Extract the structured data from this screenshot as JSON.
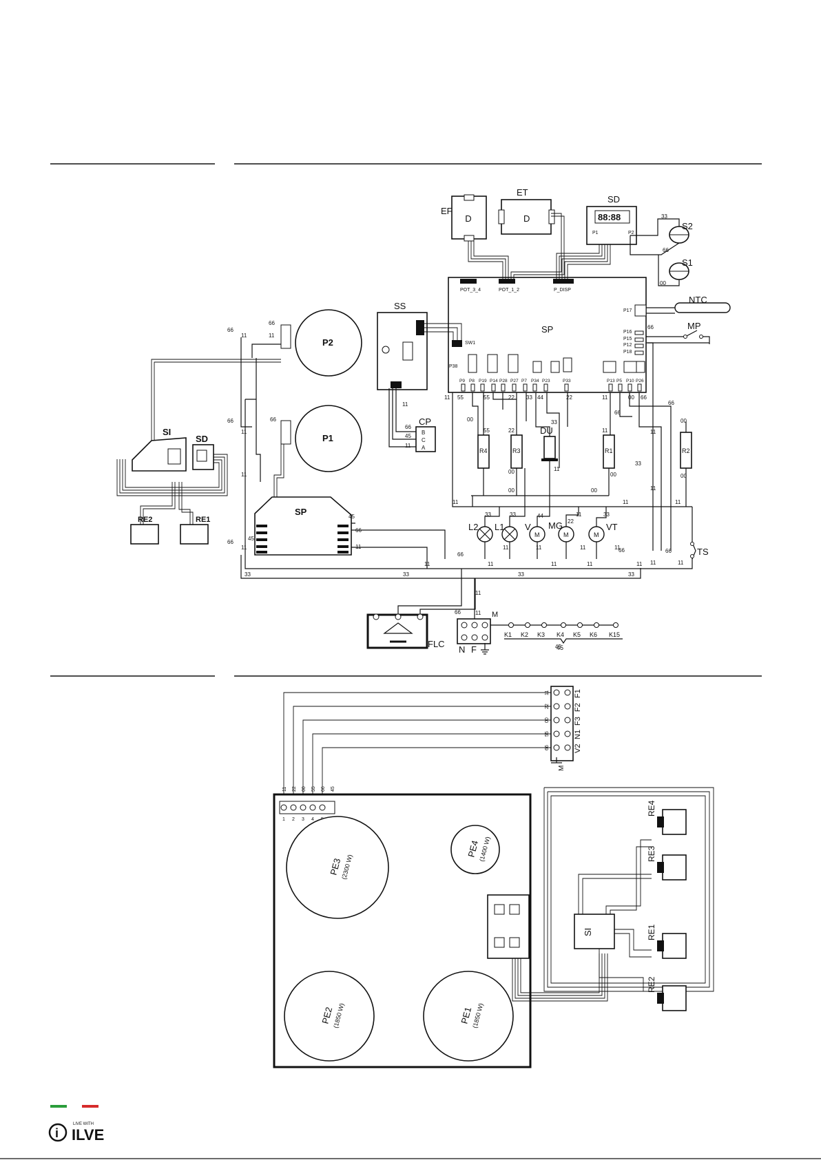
{
  "labels": {
    "EF": "EF",
    "ET": "ET",
    "SD": "SD",
    "S2": "S2",
    "S1": "S1",
    "NTC": "NTC",
    "MP": "MP",
    "SS": "SS",
    "SP": "SP",
    "P2": "P2",
    "P1": "P1",
    "SI": "SI",
    "SD_small": "SD",
    "RE2": "RE2",
    "RE1": "RE1",
    "SP_small": "SP",
    "CP": "CP",
    "DU": "DU",
    "R1": "R1",
    "R2": "R2",
    "R3": "R3",
    "R4": "R4",
    "L2": "L2",
    "L1": "L1",
    "V": "V",
    "MG": "MG",
    "VT": "VT",
    "TS": "TS",
    "FLC": "FLC",
    "M": "M",
    "N": "N",
    "F": "F",
    "K": [
      "K1",
      "K2",
      "K3",
      "K4",
      "K5",
      "K6",
      "K15"
    ],
    "K_sum": "45",
    "ports_top": [
      "POT_3_4",
      "POT_1_2",
      "P_DISP"
    ],
    "P17": "P17",
    "SW1": "SW1",
    "P38": "P38",
    "ports_right": [
      "P16",
      "P15",
      "P12",
      "P18"
    ],
    "ports_bottom": [
      "P9",
      "P8",
      "P19",
      "P14",
      "P28",
      "P27",
      "P7",
      "P34",
      "P23",
      "P33",
      "P13",
      "P5",
      "P10",
      "P26"
    ],
    "sd_p1": "P1",
    "sd_p2": "P2",
    "display": "88:88",
    "cp_pins": [
      "B",
      "C",
      "A"
    ],
    "wire_nums": [
      "11",
      "22",
      "33",
      "44",
      "55",
      "66",
      "00",
      "45"
    ]
  },
  "bottom": {
    "terminal_top": [
      "11",
      "22",
      "00",
      "55",
      "66"
    ],
    "terminal_top_right": [
      "F1",
      "F2",
      "F3",
      "N1",
      "V2"
    ],
    "terminal_top_M": "M",
    "terminal_plate_nums": [
      "11",
      "22",
      "00",
      "55",
      "66",
      "45"
    ],
    "terminal_plate_pos": [
      "1",
      "2",
      "3",
      "4",
      "5"
    ],
    "zones": [
      {
        "name": "PE3",
        "power": "(2300 W)"
      },
      {
        "name": "PE4",
        "power": "(1400 W)"
      },
      {
        "name": "PE2",
        "power": "(1850 W)"
      },
      {
        "name": "PE1",
        "power": "(1850 W)"
      }
    ],
    "relays": [
      "RE4",
      "RE3",
      "RE1",
      "RE2"
    ],
    "si": "SI"
  },
  "footer": {
    "tag": "LIVE WITH",
    "brand": "ILVE",
    "accent_green": "#2a9d3a",
    "accent_red": "#d62b2b"
  }
}
